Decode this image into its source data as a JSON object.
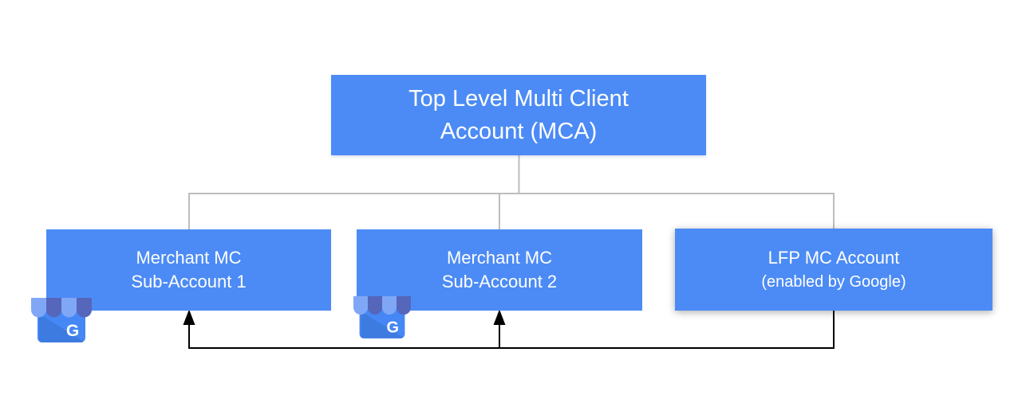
{
  "root_node": {
    "line1": "Top Level Multi Client",
    "line2": "Account (MCA)"
  },
  "child_nodes": [
    {
      "id": "merchant-1",
      "line1": "Merchant MC",
      "line2": "Sub-Account 1"
    },
    {
      "id": "merchant-2",
      "line1": "Merchant MC",
      "line2": "Sub-Account 2"
    },
    {
      "id": "lfp",
      "line1": "LFP MC Account",
      "line2": "(enabled by Google)"
    }
  ],
  "storefront_icon": {
    "letter": "G"
  },
  "edges": [
    {
      "from": "root",
      "to": "merchant-1",
      "style": "plain-gray"
    },
    {
      "from": "root",
      "to": "merchant-2",
      "style": "plain-gray"
    },
    {
      "from": "root",
      "to": "lfp",
      "style": "plain-gray"
    },
    {
      "from": "lfp",
      "to": "merchant-1",
      "style": "black-arrow"
    },
    {
      "from": "lfp",
      "to": "merchant-2",
      "style": "black-arrow"
    }
  ],
  "colors": {
    "node_blue": "#4C8BF5",
    "node_text": "#FFFFFF",
    "connector_gray": "#BDBDBD",
    "arrow_black": "#000000",
    "awning_light": "#7FA7F6",
    "awning_dark": "#5566BB",
    "store_body": "#4587F5",
    "store_fold": "#3D7BE0"
  }
}
